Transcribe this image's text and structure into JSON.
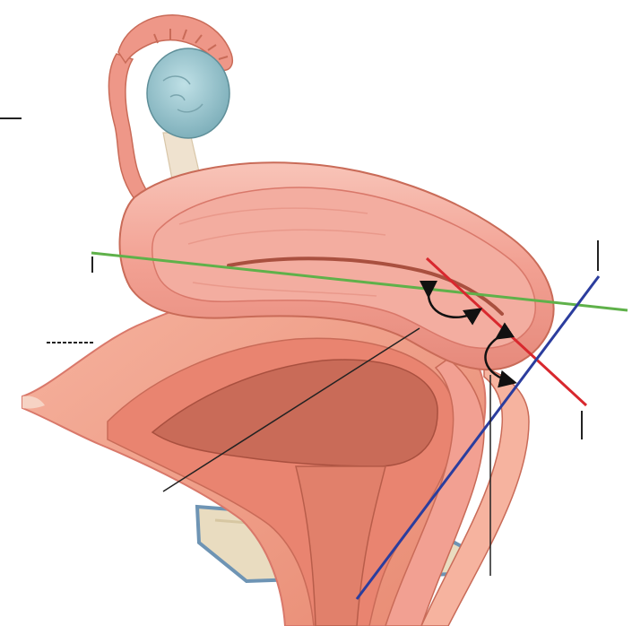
{
  "figure": {
    "subject": "uterus-bladder-sagittal-section",
    "palette": {
      "background": "#ffffff",
      "uterus_wall": "#f2a092",
      "uterus_highlight": "#f8c4b8",
      "uterus_dark": "#d9786a",
      "bladder_lining": "#e98470",
      "bladder_cavity": "#c96b58",
      "ovary": "#9fcbd3",
      "ovary_shadow": "#7fb0bb",
      "tube": "#ee9788",
      "pubic_bone": "#e9dcc0",
      "pubic_bone_edge": "#6e94b4",
      "uterus_axis_line": "#5fb14a",
      "cervix_axis_line": "#d8282e",
      "vagina_axis_line": "#2b3d9e",
      "leader_line": "#222222",
      "angle_arrow": "#111111"
    },
    "label_markers": [
      {
        "name": "marker-left",
        "text": ""
      },
      {
        "name": "marker-right-upper",
        "text": ""
      },
      {
        "name": "marker-right-lower",
        "text": ""
      }
    ]
  }
}
